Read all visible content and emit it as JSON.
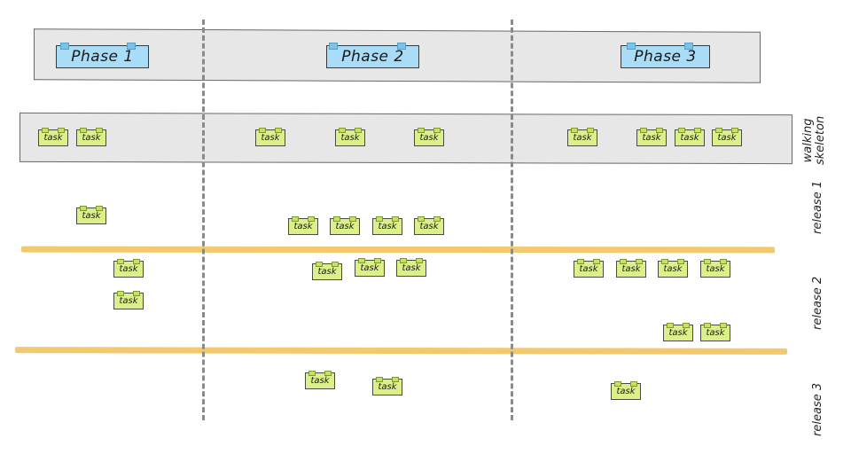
{
  "phases": [
    {
      "label": "Phase 1"
    },
    {
      "label": "Phase 2"
    },
    {
      "label": "Phase 3"
    }
  ],
  "task_label": "task",
  "row_labels": {
    "walking_skeleton_line1": "walking",
    "walking_skeleton_line2": "skeleton",
    "release_1": "release 1",
    "release_2": "release 2",
    "release_3": "release 3"
  },
  "rows": [
    {
      "row": "walking skeleton",
      "tasks_by_phase": [
        2,
        3,
        4
      ]
    },
    {
      "row": "release 1",
      "tasks_by_phase": [
        1,
        4,
        0
      ]
    },
    {
      "row": "release 2",
      "tasks_by_phase": [
        2,
        3,
        6
      ]
    },
    {
      "row": "release 3",
      "tasks_by_phase": [
        0,
        2,
        1
      ]
    }
  ],
  "colors": {
    "phase_card": "#a9dcf7",
    "task_card": "#dcf08a",
    "band": "#e7e7e7",
    "release_line": "#f2c96f",
    "divider": "#8a8a8a"
  }
}
